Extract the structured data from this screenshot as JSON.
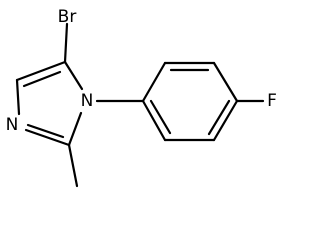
{
  "molecule": {
    "atoms": {
      "bromine": "Br",
      "ring_nitrogen_substituted": "N",
      "ring_nitrogen": "N",
      "fluorine": "F"
    }
  }
}
